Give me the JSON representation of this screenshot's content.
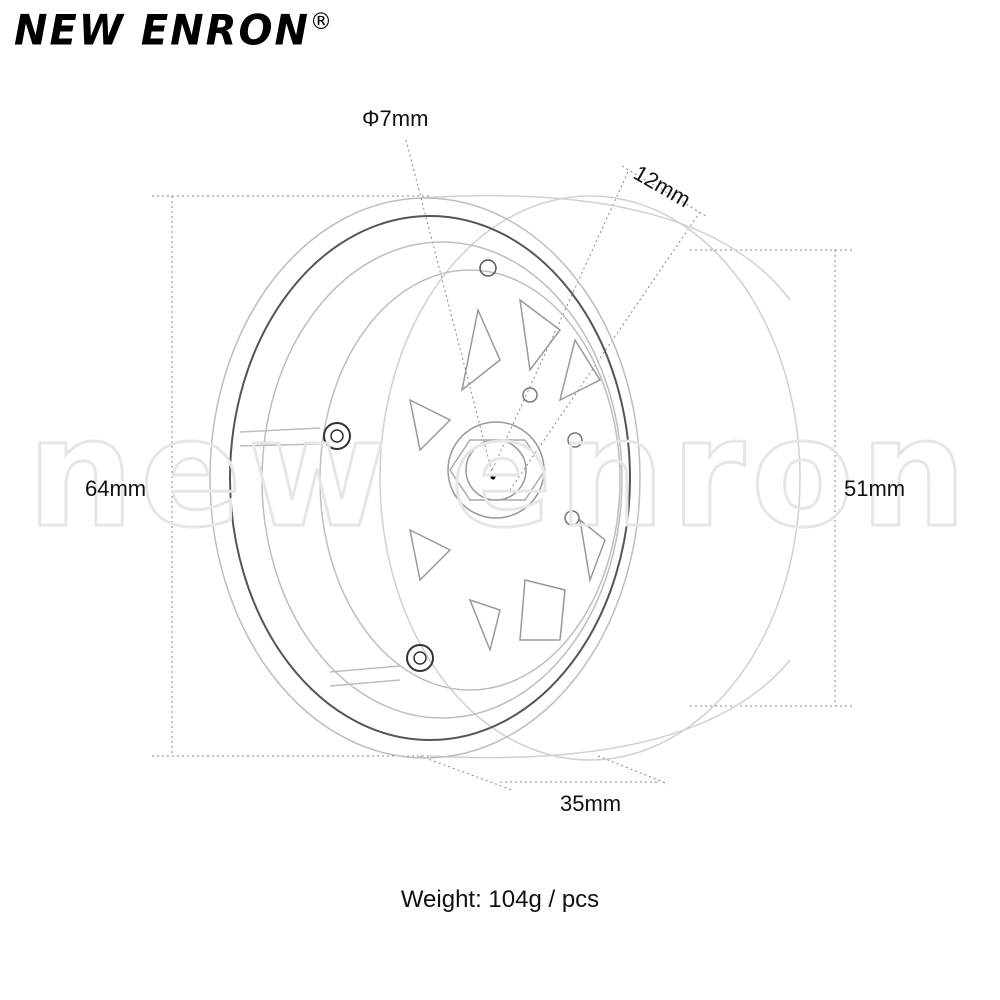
{
  "brand": {
    "name": "NEW ENRON",
    "mark": "®"
  },
  "watermark": "new enron",
  "dimensions": {
    "center_hole": "Φ7mm",
    "hub_offset": "12mm",
    "outer_diameter": "64mm",
    "bead_diameter": "51mm",
    "width": "35mm"
  },
  "footer": {
    "weight": "Weight: 104g / pcs"
  }
}
